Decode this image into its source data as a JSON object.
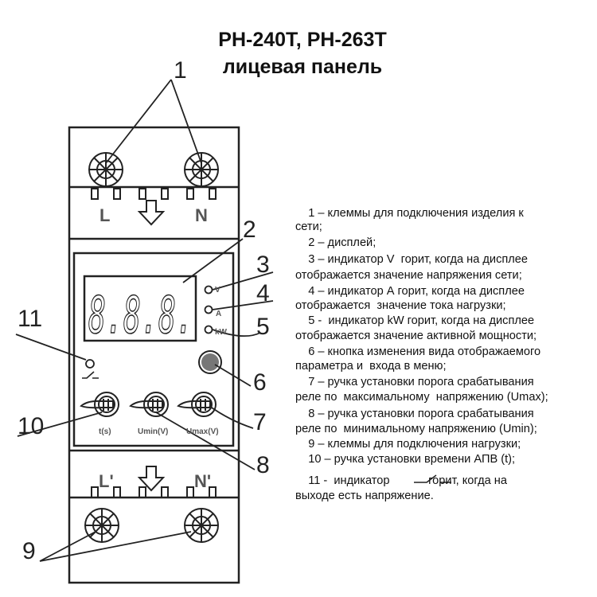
{
  "title": {
    "line1": "РН-240Т, РН-263Т",
    "line2": "лицевая панель"
  },
  "device": {
    "top_left_terminal": "L",
    "top_right_terminal": "N",
    "bottom_left_terminal": "L'",
    "bottom_right_terminal": "N'",
    "indicators": [
      "V",
      "A",
      "kW"
    ],
    "display_digits": "8.8.8.",
    "knobs": [
      "t(s)",
      "Umin(V)",
      "Umax(V)"
    ]
  },
  "callouts": [
    "1",
    "2",
    "3",
    "4",
    "5",
    "6",
    "7",
    "8",
    "9",
    "10",
    "11"
  ],
  "description": [
    "    1 – клеммы для подключения изделия к",
    "сети;",
    "    2 – дисплей;",
    "    3 – индикатор V  горит, когда на дисплее",
    "отображается значение напряжения сети;",
    "    4 – индикатор А горит, когда на дисплее",
    "отображается  значение тока нагрузки;",
    "    5 -  индикатор kW горит, когда на дисплее",
    "отображается значение активной мощности;",
    "    6 – кнопка изменения вида отображаемого",
    "параметра и  входа в меню;",
    "    7 – ручка установки порога срабатывания",
    "реле по  максимальному  напряжению (Umax);",
    "    8 – ручка установки порога срабатывания",
    "реле по  минимальному напряжению (Umin);",
    "    9 – клеммы для подключения нагрузки;",
    "    10 – ручка установки времени АПВ (t);",
    "    11 -  индикатор            горит, когда на",
    "выходе есть напряжение."
  ]
}
